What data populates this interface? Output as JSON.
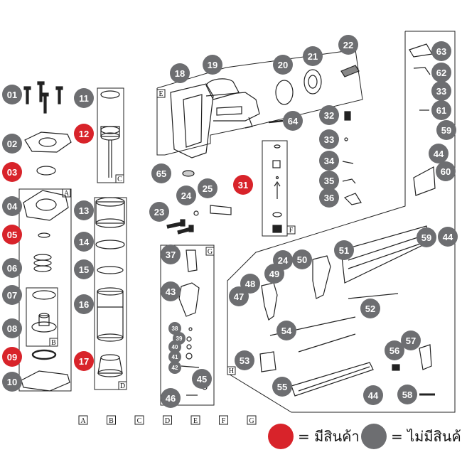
{
  "colors": {
    "available": "#d8232a",
    "unavailable": "#6d6e71",
    "line": "#222222"
  },
  "parts": [
    {
      "num": "01",
      "status": "unavailable"
    },
    {
      "num": "02",
      "status": "unavailable"
    },
    {
      "num": "03",
      "status": "available"
    },
    {
      "num": "04",
      "status": "unavailable"
    },
    {
      "num": "05",
      "status": "available"
    },
    {
      "num": "06",
      "status": "unavailable"
    },
    {
      "num": "07",
      "status": "unavailable"
    },
    {
      "num": "08",
      "status": "unavailable"
    },
    {
      "num": "09",
      "status": "available"
    },
    {
      "num": "10",
      "status": "unavailable"
    },
    {
      "num": "11",
      "status": "unavailable"
    },
    {
      "num": "12",
      "status": "available"
    },
    {
      "num": "13",
      "status": "unavailable"
    },
    {
      "num": "14",
      "status": "unavailable"
    },
    {
      "num": "15",
      "status": "unavailable"
    },
    {
      "num": "16",
      "status": "unavailable"
    },
    {
      "num": "17",
      "status": "available"
    },
    {
      "num": "18",
      "status": "unavailable"
    },
    {
      "num": "19",
      "status": "unavailable"
    },
    {
      "num": "20",
      "status": "unavailable"
    },
    {
      "num": "21",
      "status": "unavailable"
    },
    {
      "num": "22",
      "status": "unavailable"
    },
    {
      "num": "23",
      "status": "unavailable"
    },
    {
      "num": "24",
      "status": "unavailable"
    },
    {
      "num": "25",
      "status": "unavailable"
    },
    {
      "num": "31",
      "status": "available"
    },
    {
      "num": "32",
      "status": "unavailable"
    },
    {
      "num": "33",
      "status": "unavailable"
    },
    {
      "num": "34",
      "status": "unavailable"
    },
    {
      "num": "35",
      "status": "unavailable"
    },
    {
      "num": "36",
      "status": "unavailable"
    },
    {
      "num": "37",
      "status": "unavailable"
    },
    {
      "num": "38",
      "status": "unavailable"
    },
    {
      "num": "39",
      "status": "unavailable"
    },
    {
      "num": "40",
      "status": "unavailable"
    },
    {
      "num": "41",
      "status": "unavailable"
    },
    {
      "num": "42",
      "status": "unavailable"
    },
    {
      "num": "43",
      "status": "unavailable"
    },
    {
      "num": "44",
      "status": "unavailable"
    },
    {
      "num": "45",
      "status": "unavailable"
    },
    {
      "num": "46",
      "status": "unavailable"
    },
    {
      "num": "47",
      "status": "unavailable"
    },
    {
      "num": "48",
      "status": "unavailable"
    },
    {
      "num": "49",
      "status": "unavailable"
    },
    {
      "num": "50",
      "status": "unavailable"
    },
    {
      "num": "51",
      "status": "unavailable"
    },
    {
      "num": "52",
      "status": "unavailable"
    },
    {
      "num": "53",
      "status": "unavailable"
    },
    {
      "num": "54",
      "status": "unavailable"
    },
    {
      "num": "55",
      "status": "unavailable"
    },
    {
      "num": "56",
      "status": "unavailable"
    },
    {
      "num": "57",
      "status": "unavailable"
    },
    {
      "num": "58",
      "status": "unavailable"
    },
    {
      "num": "59",
      "status": "unavailable"
    },
    {
      "num": "60",
      "status": "unavailable"
    },
    {
      "num": "61",
      "status": "unavailable"
    },
    {
      "num": "62",
      "status": "unavailable"
    },
    {
      "num": "63",
      "status": "unavailable"
    },
    {
      "num": "64",
      "status": "unavailable"
    },
    {
      "num": "65",
      "status": "unavailable"
    }
  ],
  "group_letters": [
    "A",
    "B",
    "C",
    "D",
    "E",
    "F",
    "G",
    "H"
  ],
  "bottom_letters": [
    "A",
    "B",
    "C",
    "D",
    "E",
    "F",
    "G"
  ],
  "legend": {
    "available_label": "= มีสินค้า",
    "unavailable_label": "= ไม่มีสินค้า"
  }
}
